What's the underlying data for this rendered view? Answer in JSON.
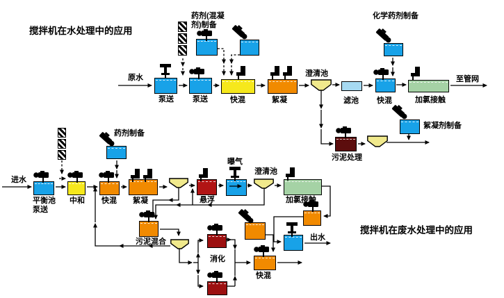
{
  "titles": {
    "water": "搅拌机在水处理中的应用",
    "wastewater": "搅拌机在废水处理中的应用"
  },
  "colors": {
    "tank_blue": "#18a2e8",
    "tank_light_blue": "#a6daf2",
    "tank_yellow": "#f6e81c",
    "tank_orange": "#f18a00",
    "tank_green": "#a5d2a5",
    "tank_dark_red": "#5c0d0d",
    "tank_red": "#b11414",
    "tank_maroon": "#9c1010",
    "funnel_yellow": "#f0e98c",
    "line_black": "#000000"
  },
  "top": {
    "raw_water": "原水",
    "pump1": "泵送",
    "pump2": "泵送",
    "coagulant_prep": "药剂(混凝剂)制备",
    "rapid_mix1": "快混",
    "floc": "絮凝",
    "clarifier": "澄清池",
    "filter": "滤池",
    "chemical_prep": "化学药剂制备",
    "rapid_mix2": "快混",
    "chlorine_contact": "加氯接触",
    "to_network": "至管网",
    "sludge_treatment": "污泥处理",
    "floc_prep": "絮凝剂制备"
  },
  "bottom": {
    "inlet": "进水",
    "equalization": "平衡池泵送",
    "neutralization": "中和",
    "chem_prep": "药剂制备",
    "rapid_mix1": "快混",
    "floc": "絮凝",
    "flotation": "悬浮",
    "aeration": "曝气",
    "clarifier": "澄清池",
    "chlorine_contact": "加氯接触",
    "outlet": "出水",
    "sludge_mixing": "污泥混合",
    "digestion": "消化",
    "rapid_mix2": "快混"
  }
}
